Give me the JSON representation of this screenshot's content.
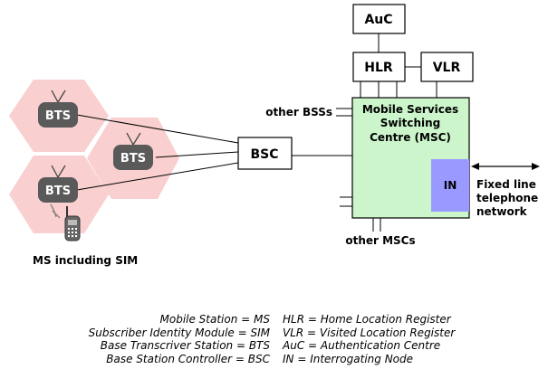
{
  "diagram": {
    "nodes": {
      "auc": "AuC",
      "hlr": "HLR",
      "vlr": "VLR",
      "bsc": "BSC",
      "msc_line1": "Mobile Services",
      "msc_line2": "Switching",
      "msc_line3": "Centre (MSC)",
      "in_node": "IN",
      "bts_1": "BTS",
      "bts_2": "BTS",
      "bts_3": "BTS"
    },
    "labels": {
      "other_bsss": "other BSSs",
      "other_mscs": "other MSCs",
      "fixed_line_1": "Fixed line",
      "fixed_line_2": "telephone",
      "fixed_line_3": "network",
      "ms_including_sim": "MS including SIM"
    }
  },
  "legend": {
    "left": [
      "Mobile Station = MS",
      "Subscriber Identity Module = SIM",
      "Base Transcriver Station = BTS",
      "Base Station Controller = BSC"
    ],
    "right": [
      "HLR = Home Location Register",
      "VLR = Visited Location Register",
      "AuC = Authentication Centre",
      "IN = Interrogating Node"
    ]
  },
  "colors": {
    "cell_fill": "#f9cfcf",
    "bts_fill": "#5a5a5a",
    "msc_fill": "#ccf5cc",
    "in_fill": "#9999ff",
    "line": "#000000"
  },
  "icons": [
    "antenna-icon",
    "mobile-phone-icon",
    "arrow-double-icon"
  ]
}
